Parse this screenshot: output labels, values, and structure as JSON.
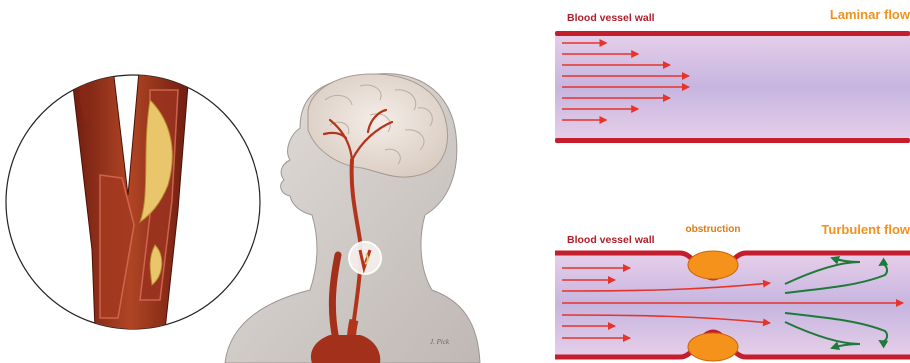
{
  "labels": {
    "wall_top": "Blood vessel wall",
    "flow_top": "Laminar flow",
    "wall_bottom": "Blood vessel wall",
    "obstruction": "obstruction",
    "flow_bottom": "Turbulent flow",
    "signature": "J. Pick"
  },
  "colors": {
    "vessel_wall": "#c41e2e",
    "vessel_fill_top": "#ead7ee",
    "vessel_fill_mid": "#c8b6de",
    "flow_arrow": "#e8332a",
    "eddy_arrow": "#1e7a3a",
    "obstruction": "#f4921c",
    "label_wall": "#b0202a",
    "label_flow": "#f2921d"
  },
  "laminar_arrow_lengths": [
    0.35,
    0.6,
    0.85,
    1.0,
    1.0,
    0.85,
    0.6,
    0.35
  ]
}
